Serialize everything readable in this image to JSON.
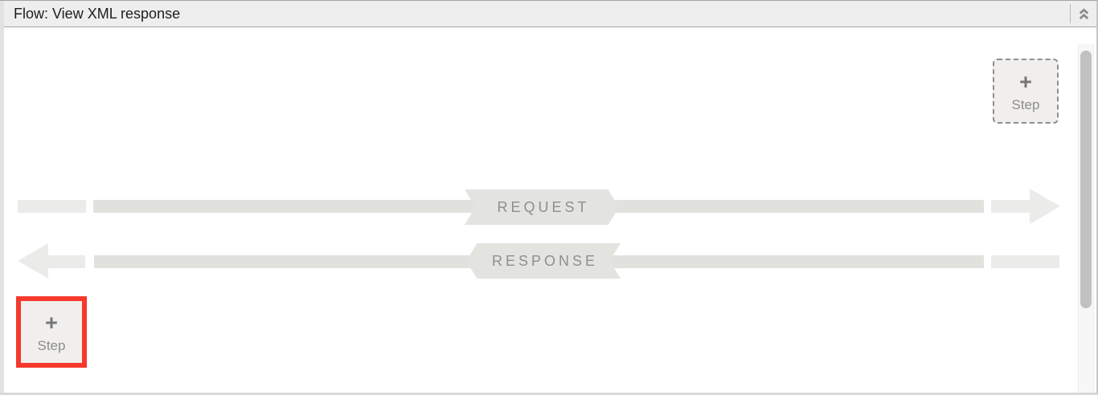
{
  "window": {
    "title": "Flow: View XML response"
  },
  "header": {
    "collapse_icon": "chevrons-up-icon"
  },
  "flow": {
    "request": {
      "label": "REQUEST",
      "direction": "right"
    },
    "response": {
      "label": "RESPONSE",
      "direction": "left"
    }
  },
  "buttons": {
    "plus": "+",
    "step": "Step"
  },
  "annotation": {
    "highlight_color": "#f5392c",
    "highlighted_element": "add-step-button-bottom"
  },
  "colors": {
    "header_bg": "#eeeeee",
    "flow_bar": "#e1e1de",
    "flow_bar_light": "#ebebe9",
    "banner_bg": "#e3e3e0",
    "banner_text": "#8f8f8d",
    "button_bg": "#f0efed",
    "scrollbar_thumb": "#c1c1c1"
  }
}
